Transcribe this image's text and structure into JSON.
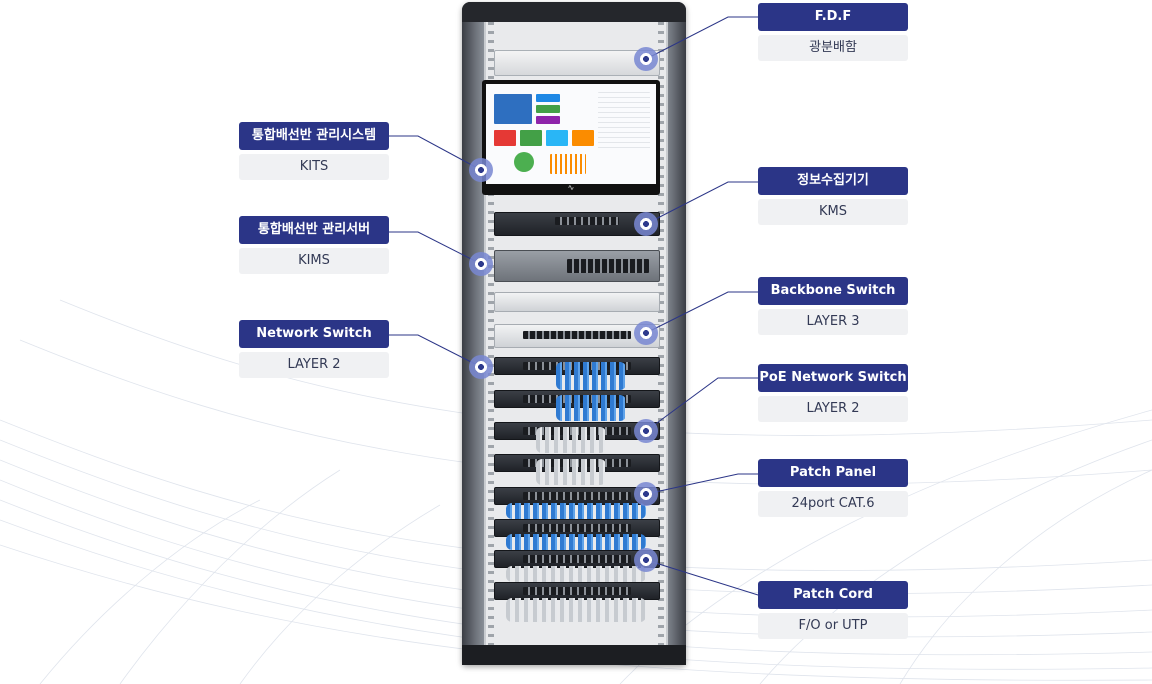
{
  "labels": {
    "fdf": {
      "title": "F.D.F",
      "sub": "광분배함"
    },
    "kits": {
      "title": "통합배선반 관리시스템",
      "sub": "KITS"
    },
    "kms": {
      "title": "정보수집기기",
      "sub": "KMS"
    },
    "kims": {
      "title": "통합배선반 관리서버",
      "sub": "KIMS"
    },
    "backbone": {
      "title": "Backbone Switch",
      "sub": "LAYER 3"
    },
    "network": {
      "title": "Network Switch",
      "sub": "LAYER 2"
    },
    "poe": {
      "title": "PoE Network Switch",
      "sub": "LAYER 2"
    },
    "patchpanel": {
      "title": "Patch Panel",
      "sub": "24port CAT.6"
    },
    "patchcord": {
      "title": "Patch Cord",
      "sub": "F/O or UTP"
    }
  },
  "colors": {
    "label_title_bg": "#2b3587",
    "label_sub_bg": "#f0f1f3",
    "leader_line": "#2b3587"
  }
}
